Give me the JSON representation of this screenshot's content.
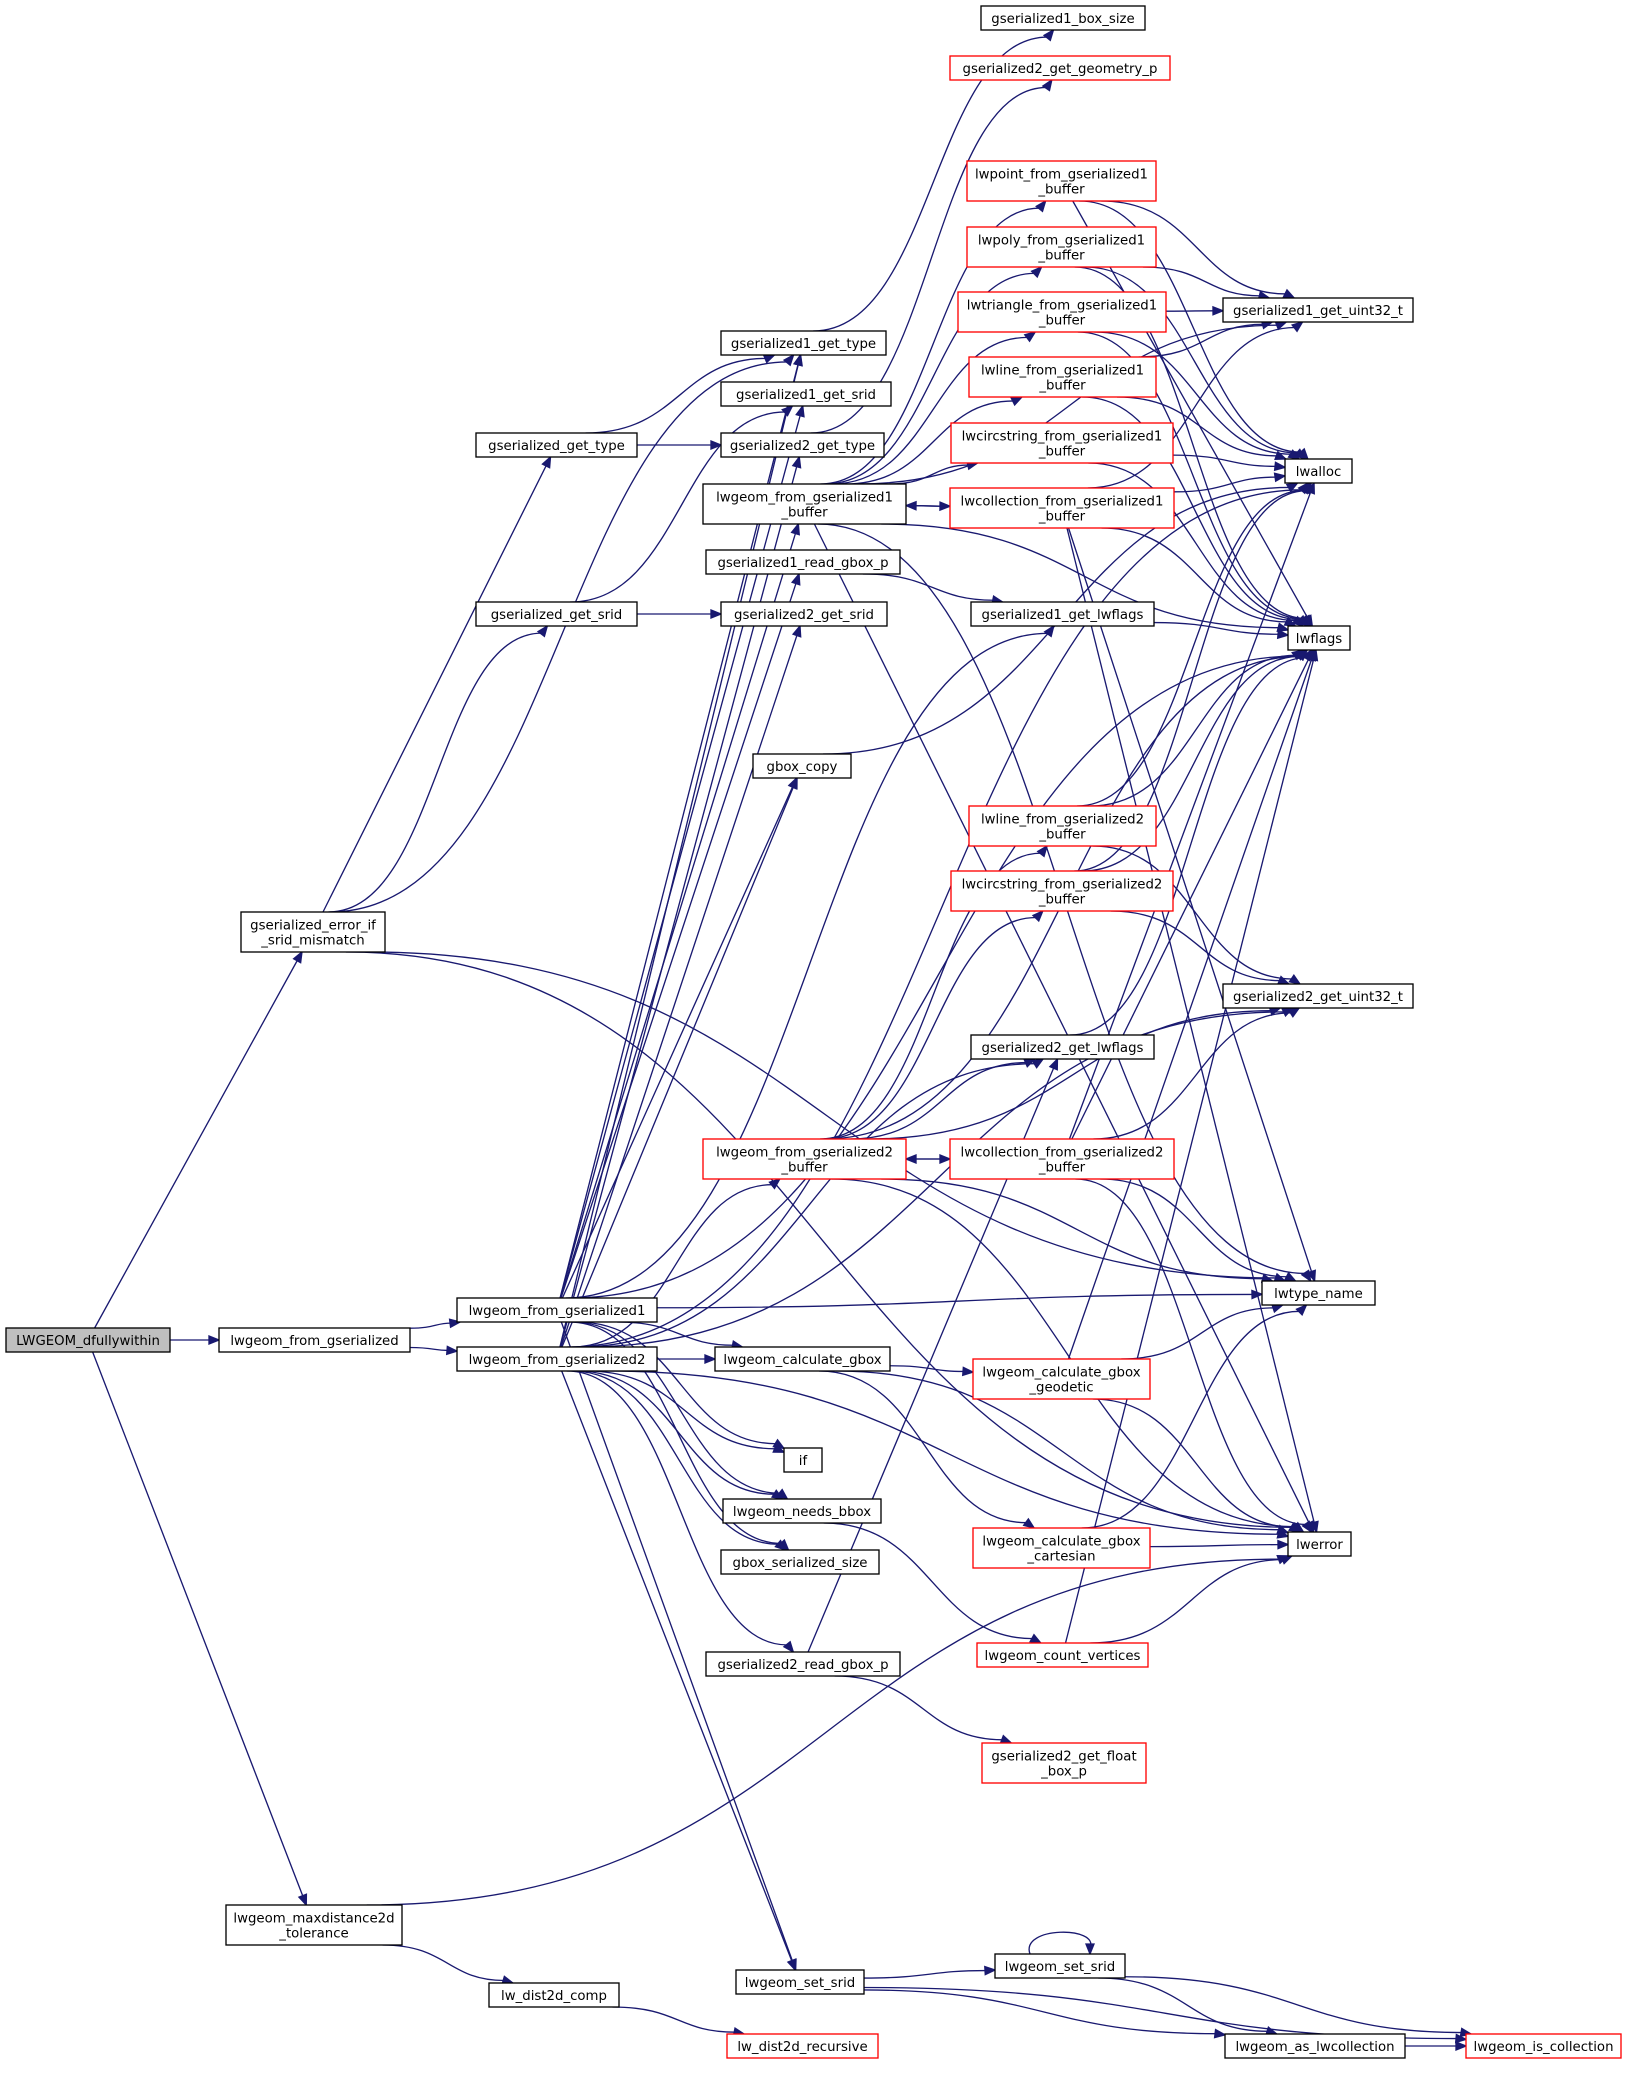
{
  "diagram": {
    "nodes": [
      {
        "id": "n_root",
        "lines": [
          "LWGEOM_dfullywithin"
        ],
        "style": "current"
      },
      {
        "id": "n_ge",
        "lines": [
          "gserialized_error_if",
          "_srid_mismatch"
        ],
        "style": "normal"
      },
      {
        "id": "n_lfg",
        "lines": [
          "lwgeom_from_gserialized"
        ],
        "style": "normal"
      },
      {
        "id": "n_lmd",
        "lines": [
          "lwgeom_maxdistance2d",
          "_tolerance"
        ],
        "style": "normal"
      },
      {
        "id": "n_gst",
        "lines": [
          "gserialized_get_type"
        ],
        "style": "normal"
      },
      {
        "id": "n_gss",
        "lines": [
          "gserialized_get_srid"
        ],
        "style": "normal"
      },
      {
        "id": "n_lfg1",
        "lines": [
          "lwgeom_from_gserialized1"
        ],
        "style": "normal"
      },
      {
        "id": "n_lfg2",
        "lines": [
          "lwgeom_from_gserialized2"
        ],
        "style": "normal"
      },
      {
        "id": "n_ldc",
        "lines": [
          "lw_dist2d_comp"
        ],
        "style": "normal"
      },
      {
        "id": "n_g1gt",
        "lines": [
          "gserialized1_get_type"
        ],
        "style": "normal"
      },
      {
        "id": "n_g1gs",
        "lines": [
          "gserialized1_get_srid"
        ],
        "style": "normal"
      },
      {
        "id": "n_g2gt",
        "lines": [
          "gserialized2_get_type"
        ],
        "style": "normal"
      },
      {
        "id": "n_lfg1b",
        "lines": [
          "lwgeom_from_gserialized1",
          "_buffer"
        ],
        "style": "normal"
      },
      {
        "id": "n_g1rb",
        "lines": [
          "gserialized1_read_gbox_p"
        ],
        "style": "normal"
      },
      {
        "id": "n_g2gs",
        "lines": [
          "gserialized2_get_srid"
        ],
        "style": "normal"
      },
      {
        "id": "n_gbc",
        "lines": [
          "gbox_copy"
        ],
        "style": "normal"
      },
      {
        "id": "n_lfg2b",
        "lines": [
          "lwgeom_from_gserialized2",
          "_buffer"
        ],
        "style": "red"
      },
      {
        "id": "n_lcg",
        "lines": [
          "lwgeom_calculate_gbox"
        ],
        "style": "normal"
      },
      {
        "id": "n_if",
        "lines": [
          "if"
        ],
        "style": "normal"
      },
      {
        "id": "n_lnb",
        "lines": [
          "lwgeom_needs_bbox"
        ],
        "style": "normal"
      },
      {
        "id": "n_gbss",
        "lines": [
          "gbox_serialized_size"
        ],
        "style": "normal"
      },
      {
        "id": "n_g2rb",
        "lines": [
          "gserialized2_read_gbox_p"
        ],
        "style": "normal"
      },
      {
        "id": "n_lss1",
        "lines": [
          "lwgeom_set_srid"
        ],
        "style": "normal"
      },
      {
        "id": "n_ldr",
        "lines": [
          "lw_dist2d_recursive"
        ],
        "style": "red"
      },
      {
        "id": "n_g1bs",
        "lines": [
          "gserialized1_box_size"
        ],
        "style": "normal"
      },
      {
        "id": "n_g2gg",
        "lines": [
          "gserialized2_get_geometry_p"
        ],
        "style": "red"
      },
      {
        "id": "n_lpt1",
        "lines": [
          "lwpoint_from_gserialized1",
          "_buffer"
        ],
        "style": "red"
      },
      {
        "id": "n_lpo1",
        "lines": [
          "lwpoly_from_gserialized1",
          "_buffer"
        ],
        "style": "red"
      },
      {
        "id": "n_ltr1",
        "lines": [
          "lwtriangle_from_gserialized1",
          "_buffer"
        ],
        "style": "red"
      },
      {
        "id": "n_lli1",
        "lines": [
          "lwline_from_gserialized1",
          "_buffer"
        ],
        "style": "red"
      },
      {
        "id": "n_lci1",
        "lines": [
          "lwcircstring_from_gserialized1",
          "_buffer"
        ],
        "style": "red"
      },
      {
        "id": "n_lco1",
        "lines": [
          "lwcollection_from_gserialized1",
          "_buffer"
        ],
        "style": "red"
      },
      {
        "id": "n_g1gl",
        "lines": [
          "gserialized1_get_lwflags"
        ],
        "style": "normal"
      },
      {
        "id": "n_lli2",
        "lines": [
          "lwline_from_gserialized2",
          "_buffer"
        ],
        "style": "red"
      },
      {
        "id": "n_lci2",
        "lines": [
          "lwcircstring_from_gserialized2",
          "_buffer"
        ],
        "style": "red"
      },
      {
        "id": "n_g2gl",
        "lines": [
          "gserialized2_get_lwflags"
        ],
        "style": "normal"
      },
      {
        "id": "n_lco2",
        "lines": [
          "lwcollection_from_gserialized2",
          "_buffer"
        ],
        "style": "red"
      },
      {
        "id": "n_lcgg",
        "lines": [
          "lwgeom_calculate_gbox",
          "_geodetic"
        ],
        "style": "red"
      },
      {
        "id": "n_lcgc",
        "lines": [
          "lwgeom_calculate_gbox",
          "_cartesian"
        ],
        "style": "red"
      },
      {
        "id": "n_lcv",
        "lines": [
          "lwgeom_count_vertices"
        ],
        "style": "red"
      },
      {
        "id": "n_g2fb",
        "lines": [
          "gserialized2_get_float",
          "_box_p"
        ],
        "style": "red"
      },
      {
        "id": "n_lss2",
        "lines": [
          "lwgeom_set_srid"
        ],
        "style": "normal"
      },
      {
        "id": "n_lalc",
        "lines": [
          "lwgeom_as_lwcollection"
        ],
        "style": "normal"
      },
      {
        "id": "n_g1u",
        "lines": [
          "gserialized1_get_uint32_t"
        ],
        "style": "normal"
      },
      {
        "id": "n_lwalloc",
        "lines": [
          "lwalloc"
        ],
        "style": "normal"
      },
      {
        "id": "n_lwflags",
        "lines": [
          "lwflags"
        ],
        "style": "normal"
      },
      {
        "id": "n_g2u",
        "lines": [
          "gserialized2_get_uint32_t"
        ],
        "style": "normal"
      },
      {
        "id": "n_ltn",
        "lines": [
          "lwtype_name"
        ],
        "style": "normal"
      },
      {
        "id": "n_lwerror",
        "lines": [
          "lwerror"
        ],
        "style": "normal"
      },
      {
        "id": "n_lic",
        "lines": [
          "lwgeom_is_collection"
        ],
        "style": "red"
      }
    ],
    "edges": [
      [
        "n_root",
        "n_ge"
      ],
      [
        "n_root",
        "n_lfg"
      ],
      [
        "n_root",
        "n_lmd"
      ],
      [
        "n_ge",
        "n_gst"
      ],
      [
        "n_ge",
        "n_gss"
      ],
      [
        "n_ge",
        "n_g1gt"
      ],
      [
        "n_ge",
        "n_ltn"
      ],
      [
        "n_ge",
        "n_lwerror"
      ],
      [
        "n_gst",
        "n_g1gt"
      ],
      [
        "n_gst",
        "n_g2gt"
      ],
      [
        "n_gss",
        "n_g1gs"
      ],
      [
        "n_gss",
        "n_g2gs"
      ],
      [
        "n_lfg",
        "n_lfg1"
      ],
      [
        "n_lfg",
        "n_lfg2"
      ],
      [
        "n_g1gt",
        "n_g1bs"
      ],
      [
        "n_g2gt",
        "n_g2gg"
      ],
      [
        "n_lfg1",
        "n_g1gt"
      ],
      [
        "n_lfg1",
        "n_g1gs"
      ],
      [
        "n_lfg1",
        "n_lfg1b"
      ],
      [
        "n_lfg1",
        "n_g1rb"
      ],
      [
        "n_lfg1",
        "n_g1gl"
      ],
      [
        "n_lfg1",
        "n_gbc"
      ],
      [
        "n_lfg1",
        "n_ltn"
      ],
      [
        "n_lfg1",
        "n_lwflags"
      ],
      [
        "n_lfg1",
        "n_lcg"
      ],
      [
        "n_lfg1",
        "n_if"
      ],
      [
        "n_lfg1",
        "n_lnb"
      ],
      [
        "n_lfg1",
        "n_gbss"
      ],
      [
        "n_lfg1",
        "n_lss1"
      ],
      [
        "n_lfg2",
        "n_g2gt"
      ],
      [
        "n_lfg2",
        "n_g2gs"
      ],
      [
        "n_lfg2",
        "n_gbc"
      ],
      [
        "n_lfg2",
        "n_lfg2b"
      ],
      [
        "n_lfg2",
        "n_g2gl"
      ],
      [
        "n_lfg2",
        "n_lcg"
      ],
      [
        "n_lfg2",
        "n_if"
      ],
      [
        "n_lfg2",
        "n_lnb"
      ],
      [
        "n_lfg2",
        "n_gbss"
      ],
      [
        "n_lfg2",
        "n_g2rb"
      ],
      [
        "n_lfg2",
        "n_lss1"
      ],
      [
        "n_lfg2",
        "n_lwerror"
      ],
      [
        "n_lfg2",
        "n_lwalloc"
      ],
      [
        "n_lfg2",
        "n_g1gt"
      ],
      [
        "n_lfg2",
        "n_g2u"
      ],
      [
        "n_lfg1b",
        "n_lpt1"
      ],
      [
        "n_lfg1b",
        "n_lpo1"
      ],
      [
        "n_lfg1b",
        "n_ltr1"
      ],
      [
        "n_lfg1b",
        "n_lli1"
      ],
      [
        "n_lfg1b",
        "n_lci1"
      ],
      [
        "n_lfg1b",
        "n_lco1"
      ],
      [
        "n_lfg1b",
        "n_lwflags"
      ],
      [
        "n_lfg1b",
        "n_ltn"
      ],
      [
        "n_lfg1b",
        "n_lwerror"
      ],
      [
        "n_lfg1b",
        "n_g1u"
      ],
      [
        "n_lco1",
        "n_lfg1b"
      ],
      [
        "n_g1rb",
        "n_g1gl"
      ],
      [
        "n_g1gl",
        "n_lwflags"
      ],
      [
        "n_gbc",
        "n_lwalloc"
      ],
      [
        "n_lpt1",
        "n_g1u"
      ],
      [
        "n_lpt1",
        "n_lwalloc"
      ],
      [
        "n_lpt1",
        "n_lwflags"
      ],
      [
        "n_lpo1",
        "n_g1u"
      ],
      [
        "n_lpo1",
        "n_lwalloc"
      ],
      [
        "n_lpo1",
        "n_lwflags"
      ],
      [
        "n_ltr1",
        "n_g1u"
      ],
      [
        "n_ltr1",
        "n_lwalloc"
      ],
      [
        "n_ltr1",
        "n_lwflags"
      ],
      [
        "n_lli1",
        "n_g1u"
      ],
      [
        "n_lli1",
        "n_lwalloc"
      ],
      [
        "n_lli1",
        "n_lwflags"
      ],
      [
        "n_lci1",
        "n_lwalloc"
      ],
      [
        "n_lci1",
        "n_lwflags"
      ],
      [
        "n_lco1",
        "n_lwalloc"
      ],
      [
        "n_lco1",
        "n_lwflags"
      ],
      [
        "n_lco1",
        "n_ltn"
      ],
      [
        "n_lco1",
        "n_lwerror"
      ],
      [
        "n_lco1",
        "n_g1u"
      ],
      [
        "n_lfg2b",
        "n_lli2"
      ],
      [
        "n_lfg2b",
        "n_lci2"
      ],
      [
        "n_lfg2b",
        "n_lco2"
      ],
      [
        "n_lfg2b",
        "n_g2gl"
      ],
      [
        "n_lfg2b",
        "n_ltn"
      ],
      [
        "n_lfg2b",
        "n_lwflags"
      ],
      [
        "n_lfg2b",
        "n_lwerror"
      ],
      [
        "n_lfg2b",
        "n_g2u"
      ],
      [
        "n_lco2",
        "n_lfg2b"
      ],
      [
        "n_lli2",
        "n_lwalloc"
      ],
      [
        "n_lli2",
        "n_lwflags"
      ],
      [
        "n_lli2",
        "n_g2u"
      ],
      [
        "n_lci2",
        "n_lwalloc"
      ],
      [
        "n_lci2",
        "n_lwflags"
      ],
      [
        "n_lci2",
        "n_g2u"
      ],
      [
        "n_g2gl",
        "n_lwflags"
      ],
      [
        "n_lco2",
        "n_lwalloc"
      ],
      [
        "n_lco2",
        "n_lwflags"
      ],
      [
        "n_lco2",
        "n_g2u"
      ],
      [
        "n_lco2",
        "n_ltn"
      ],
      [
        "n_lco2",
        "n_lwerror"
      ],
      [
        "n_lcg",
        "n_lcgg"
      ],
      [
        "n_lcg",
        "n_lcgc"
      ],
      [
        "n_lcg",
        "n_lwerror"
      ],
      [
        "n_lcgg",
        "n_ltn"
      ],
      [
        "n_lcgg",
        "n_lwerror"
      ],
      [
        "n_lcgg",
        "n_lwflags"
      ],
      [
        "n_lcgc",
        "n_ltn"
      ],
      [
        "n_lcgc",
        "n_lwerror"
      ],
      [
        "n_lnb",
        "n_lcv"
      ],
      [
        "n_lcv",
        "n_lwerror"
      ],
      [
        "n_lcv",
        "n_lwflags"
      ],
      [
        "n_g2rb",
        "n_g2fb"
      ],
      [
        "n_g2rb",
        "n_g2gl"
      ],
      [
        "n_lss1",
        "n_lss2"
      ],
      [
        "n_lss1",
        "n_lalc"
      ],
      [
        "n_lss1",
        "n_lic"
      ],
      [
        "n_lss2",
        "n_lss2"
      ],
      [
        "n_lss2",
        "n_lalc"
      ],
      [
        "n_lss2",
        "n_lic"
      ],
      [
        "n_lalc",
        "n_lic"
      ],
      [
        "n_lmd",
        "n_ldc"
      ],
      [
        "n_lmd",
        "n_lwerror"
      ],
      [
        "n_ldc",
        "n_ldr"
      ]
    ]
  }
}
